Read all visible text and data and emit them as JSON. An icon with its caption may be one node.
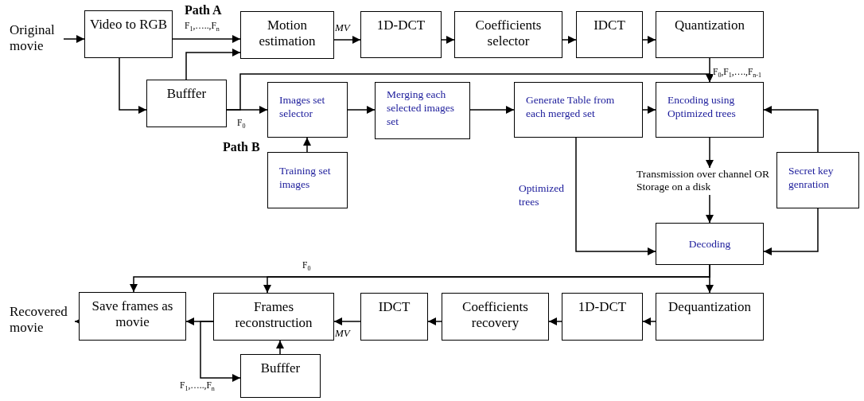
{
  "diagram": {
    "nodes": [
      {
        "text": [
          "Original movie"
        ]
      },
      {
        "text": [
          "Video to RGB"
        ]
      },
      {
        "text": [
          "Motion estimation"
        ]
      },
      {
        "text": [
          "1D-DCT"
        ]
      },
      {
        "text": [
          "Coefficients selector"
        ]
      },
      {
        "text": [
          "IDCT"
        ]
      },
      {
        "text": [
          "Quantization"
        ]
      },
      {
        "text": [
          "Bufffer"
        ]
      },
      {
        "text": [
          "Images  set selector"
        ]
      },
      {
        "text": [
          "Merging each selected images set"
        ]
      },
      {
        "text": [
          "Generate Table from each merged set"
        ]
      },
      {
        "text": [
          "Encoding using Optimized trees"
        ]
      },
      {
        "text": [
          "Training set images"
        ]
      },
      {
        "text": [
          "Transmission over channel OR Storage on a disk"
        ]
      },
      {
        "text": [
          "Secret key genration"
        ]
      },
      {
        "text": [
          "Decoding"
        ]
      },
      {
        "text": [
          "Dequantization"
        ]
      },
      {
        "text": [
          "1D-DCT"
        ]
      },
      {
        "text": [
          "Coefficients recovery"
        ]
      },
      {
        "text": [
          "IDCT"
        ]
      },
      {
        "text": [
          "Frames reconstruction"
        ]
      },
      {
        "text": [
          "Save frames as movie"
        ]
      },
      {
        "text": [
          "Recovered movie"
        ]
      },
      {
        "text": [
          "Bufffer"
        ]
      }
    ],
    "edges": [
      {
        "from": 0,
        "to": 1,
        "arrow": "to"
      },
      {
        "from": 1,
        "to": 2,
        "arrow": "to",
        "label": "F$_{1}$,…..,F$_{n}$"
      },
      {
        "from": 7,
        "to": 2,
        "arrow": "to"
      },
      {
        "from": 1,
        "to": 7,
        "arrow": "to"
      },
      {
        "from": 2,
        "to": 3,
        "arrow": "to",
        "label": "MV"
      },
      {
        "from": 3,
        "to": 4,
        "arrow": "to"
      },
      {
        "from": 4,
        "to": 5,
        "arrow": "to"
      },
      {
        "from": 5,
        "to": 6,
        "arrow": "to"
      },
      {
        "from": 7,
        "to": 8,
        "arrow": "to",
        "label": "F$_{0}$"
      },
      {
        "from": 7,
        "to": 11,
        "arrow": "to"
      },
      {
        "from": 6,
        "to": 11,
        "arrow": "to",
        "label": "F$_{0}$,F$_{1}$,….,F$_{n-1}$"
      },
      {
        "from": 8,
        "to": 9,
        "arrow": "to"
      },
      {
        "from": 9,
        "to": 10,
        "arrow": "to"
      },
      {
        "from": 10,
        "to": 11,
        "arrow": "to"
      },
      {
        "from": 12,
        "to": 8,
        "arrow": "to"
      },
      {
        "from": 11,
        "to": 13,
        "arrow": "to"
      },
      {
        "from": 13,
        "to": 15,
        "arrow": "to"
      },
      {
        "from": 14,
        "to": 11,
        "arrow": "to"
      },
      {
        "from": 14,
        "to": 15,
        "arrow": "to"
      },
      {
        "from": 10,
        "to": 15,
        "arrow": "to",
        "label": "Optimized trees"
      },
      {
        "from": 15,
        "to": 16,
        "arrow": "to"
      },
      {
        "from": 15,
        "to": 21,
        "arrow": "to",
        "label": "F$_{0}$"
      },
      {
        "from": 15,
        "to": 20,
        "arrow": "to"
      },
      {
        "from": 16,
        "to": 17,
        "arrow": "to"
      },
      {
        "from": 17,
        "to": 18,
        "arrow": "to"
      },
      {
        "from": 18,
        "to": 19,
        "arrow": "to"
      },
      {
        "from": 19,
        "to": 20,
        "arrow": "to",
        "label": "MV"
      },
      {
        "from": 20,
        "to": 21,
        "arrow": "to"
      },
      {
        "from": 20,
        "to": 23,
        "arrow": "to",
        "label": "F$_{1}$,…..,F$_{n}$"
      },
      {
        "from": 23,
        "to": 20,
        "arrow": "to"
      },
      {
        "from": 21,
        "to": 22,
        "arrow": "to"
      }
    ],
    "labels": [
      "Path A",
      "Path B"
    ]
  }
}
